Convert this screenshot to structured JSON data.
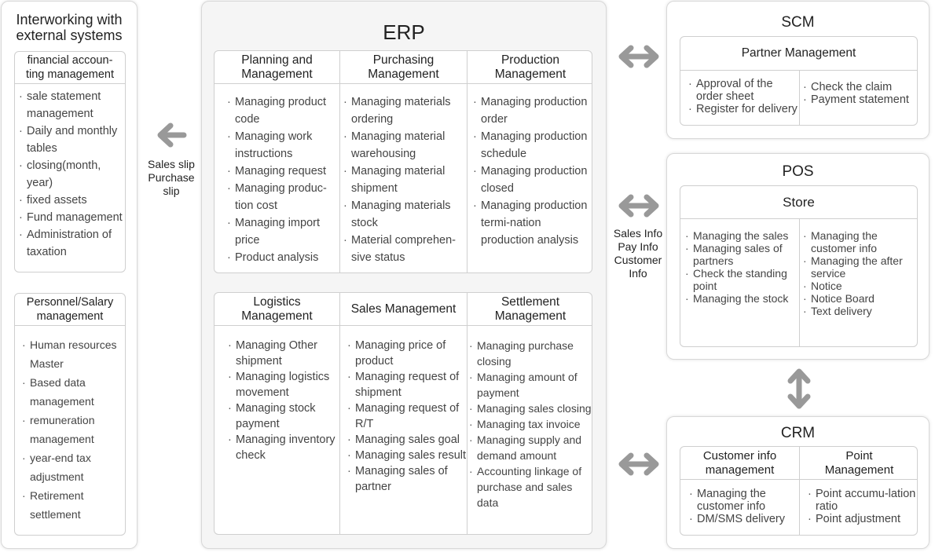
{
  "colors": {
    "arrow": "#999999",
    "border": "#cfcfcf",
    "panel_bg": "#f5f5f5"
  },
  "external": {
    "title": "Interworking with external systems",
    "financial": {
      "title": "financial accoun-ting management",
      "items": [
        "sale statement management",
        "Daily and monthly tables",
        "closing(month, year)",
        "fixed assets",
        "Fund management",
        "Administration of taxation"
      ]
    },
    "personnel": {
      "title": "Personnel/Salary management",
      "items": [
        "Human resources Master",
        "Based data management",
        "remuneration management",
        "year-end tax adjustment",
        "Retirement settlement"
      ]
    }
  },
  "left_arrow_label": [
    "Sales slip",
    "Purchase",
    "slip"
  ],
  "erp": {
    "title": "ERP",
    "top": [
      {
        "title": "Planning and Management",
        "items": [
          "Managing product code",
          "Managing work instructions",
          "Managing request",
          "Managing produc-tion cost",
          "Managing import price",
          "Product analysis"
        ]
      },
      {
        "title": "Purchasing Management",
        "items": [
          "Managing materials ordering",
          "Managing material warehousing",
          "Managing material shipment",
          "Managing materials stock",
          "Material comprehen-sive status"
        ]
      },
      {
        "title": "Production Management",
        "items": [
          "Managing production order",
          "Managing production schedule",
          "Managing production closed",
          "Managing production termi-nation production analysis"
        ]
      }
    ],
    "bottom": [
      {
        "title": "Logistics Management",
        "items": [
          "Managing Other shipment",
          "Managing logistics movement",
          "Managing stock payment",
          "Managing inventory check"
        ]
      },
      {
        "title": "Sales Management",
        "items": [
          "Managing price of product",
          "Managing request of shipment",
          "Managing request of R/T",
          "Managing sales goal",
          "Managing sales result",
          "Managing sales of partner"
        ]
      },
      {
        "title": "Settlement Management",
        "items": [
          "Managing purchase closing",
          "Managing amount of payment",
          "Managing sales closing",
          "Managing tax invoice",
          "Managing supply and demand amount",
          "Accounting linkage of purchase and sales data"
        ]
      }
    ]
  },
  "pos_arrow_label": [
    "Sales Info",
    "Pay Info",
    "Customer",
    "Info"
  ],
  "scm": {
    "title": "SCM",
    "box_title": "Partner Management",
    "left_items": [
      "Approval of the order sheet",
      "Register for delivery"
    ],
    "right_items": [
      "Check the claim",
      "Payment statement"
    ]
  },
  "pos": {
    "title": "POS",
    "box_title": "Store",
    "left_items": [
      "Managing the sales",
      "Managing sales of partners",
      "Check the standing point",
      "Managing the stock"
    ],
    "right_items": [
      "Managing the customer info",
      "Managing the after service",
      "Notice",
      "Notice Board",
      "Text delivery"
    ]
  },
  "crm": {
    "title": "CRM",
    "columns": [
      {
        "title": "Customer info management",
        "items": [
          "Managing the customer info",
          "DM/SMS delivery"
        ]
      },
      {
        "title": "Point Management",
        "items": [
          "Point accumu-lation ratio",
          "Point adjustment"
        ]
      }
    ]
  }
}
